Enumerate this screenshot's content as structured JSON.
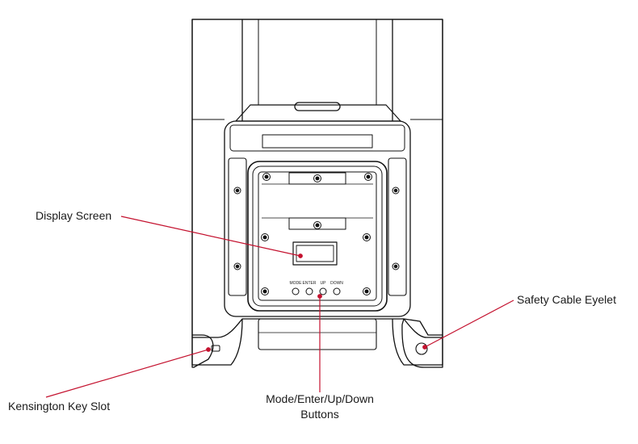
{
  "colors": {
    "line": "#111111",
    "callout": "#c4122f",
    "background": "#ffffff"
  },
  "labels": {
    "display_screen": "Display Screen",
    "safety_cable_eyelet": "Safety Cable Eyelet",
    "kensington_key_slot": "Kensington Key Slot",
    "buttons_line1": "Mode/Enter/Up/Down",
    "buttons_line2": "Buttons"
  },
  "panel_buttons": {
    "mode": "MODE",
    "enter": "ENTER",
    "up": "UP",
    "down": "DOWN"
  }
}
